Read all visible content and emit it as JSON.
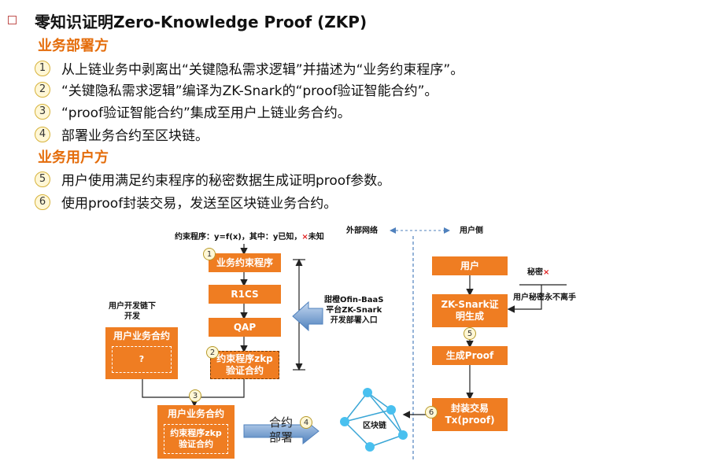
{
  "heading": {
    "title": "零知识证明Zero-Knowledge Proof (ZKP)"
  },
  "sections": [
    {
      "label": "业务部署方"
    },
    {
      "label": "业务用户方"
    }
  ],
  "steps": [
    {
      "num": "1",
      "text": "从上链业务中剥离出“关键隐私需求逻辑”并描述为“业务约束程序”。"
    },
    {
      "num": "2",
      "text": "“关键隐私需求逻辑”编译为ZK-Snark的“proof验证智能合约”。"
    },
    {
      "num": "3",
      "text": "“proof验证智能合约”集成至用户上链业务合约。"
    },
    {
      "num": "4",
      "text": "部署业务合约至区块链。"
    },
    {
      "num": "5",
      "text": "用户使用满足约束程序的秘密数据生成证明proof参数。"
    },
    {
      "num": "6",
      "text": "使用proof封装交易，发送至区块链业务合约。"
    }
  ],
  "diagram": {
    "constraint_note_prefix": "约束程序：y=f(x)，其中：y已知，",
    "constraint_note_mark": "×",
    "constraint_note_suffix": "未知",
    "external_network": "外部网络",
    "user_side": "用户侧",
    "business_constraint": "业务约束程序",
    "r1cs": "R1CS",
    "qap": "QAP",
    "zkp_contract_line1": "约束程序zkp",
    "zkp_contract_line2": "验证合约",
    "dev_offchain_line1": "用户开发链下",
    "dev_offchain_line2": "开发",
    "user_contract": "用户业务合约",
    "user_contract_inner": "?",
    "platform_line1": "甜橙Ofin-BaaS",
    "platform_line2": "平台ZK-Snark",
    "platform_line3": "开发部署入口",
    "user_contract_bottom": "用户业务合约",
    "zkp_inner_line1": "约束程序zkp",
    "zkp_inner_line2": "验证合约",
    "deploy_line1": "合约",
    "deploy_line2": "部署",
    "blockchain": "区块链",
    "user": "用户",
    "secret_label": "秘密",
    "secret_mark": "×",
    "secret_note": "用户秘密永不离手",
    "zk_gen_line1": "ZK-Snark证",
    "zk_gen_line2": "明生成",
    "gen_proof": "生成Proof",
    "wrap_line1": "封装交易",
    "wrap_line2": "Tx(proof)",
    "circle_nums": [
      "1",
      "2",
      "3",
      "4",
      "5",
      "6"
    ]
  },
  "colors": {
    "accent": "#ef7d22",
    "heading_section": "#e46c0a",
    "arrow_blue": "#4f81bd",
    "mark_red": "#e02020"
  }
}
